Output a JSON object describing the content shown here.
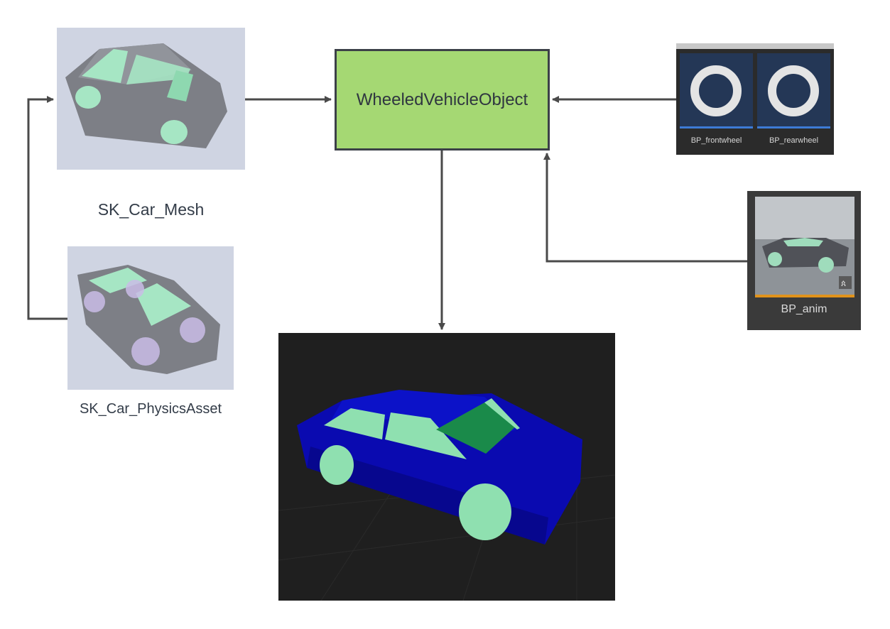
{
  "nodes": {
    "center": {
      "label": "WheeledVehicleObject"
    },
    "car_mesh": {
      "label": "SK_Car_Mesh",
      "icon": "car-mesh-thumbnail"
    },
    "physics_asset": {
      "label": "SK_Car_PhysicsAsset",
      "icon": "car-physics-asset-thumbnail"
    },
    "wheels": [
      {
        "label": "BP_frontwheel",
        "icon": "wheel-ring-icon"
      },
      {
        "label": "BP_rearwheel",
        "icon": "wheel-ring-icon"
      }
    ],
    "anim": {
      "label": "BP_anim",
      "icon": "car-anim-thumbnail",
      "badge_icon": "skeleton-icon"
    },
    "result": {
      "icon": "blue-car-viewport"
    }
  },
  "colors": {
    "center_fill": "#a5d873",
    "wire": "#4a4a4a",
    "car_body_blue": "#0a0ab0",
    "wheel_green": "#8fe0b0",
    "wheel_blue_underline": "#3d7bd6",
    "anim_orange_underline": "#e0921b"
  }
}
